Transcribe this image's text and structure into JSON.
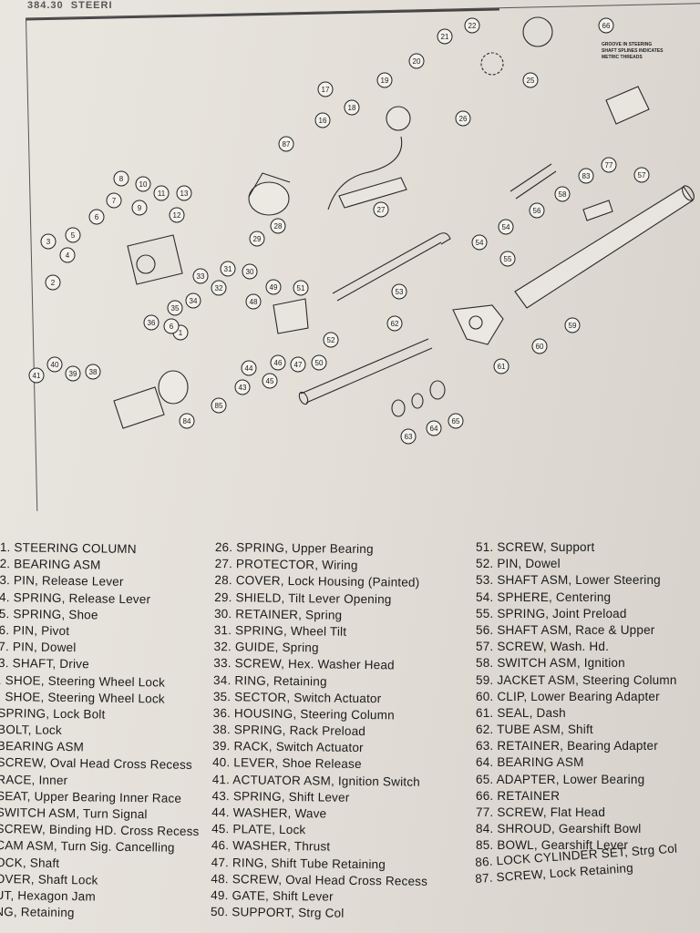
{
  "header": {
    "page_number": "384.30",
    "title_fragment": "STEERI"
  },
  "diagram": {
    "note_lines": [
      "GROOVE IN STEERING",
      "SHAFT SPLINES INDICATES",
      "METRIC THREADS"
    ],
    "callouts": [
      "1",
      "2",
      "3",
      "4",
      "5",
      "6",
      "6",
      "7",
      "8",
      "9",
      "10",
      "11",
      "12",
      "13",
      "16",
      "17",
      "18",
      "19",
      "20",
      "21",
      "22",
      "25",
      "26",
      "27",
      "28",
      "29",
      "30",
      "31",
      "32",
      "33",
      "34",
      "35",
      "36",
      "38",
      "39",
      "40",
      "41",
      "43",
      "44",
      "45",
      "46",
      "47",
      "48",
      "49",
      "50",
      "51",
      "52",
      "53",
      "54",
      "54",
      "55",
      "56",
      "57",
      "58",
      "59",
      "60",
      "61",
      "62",
      "63",
      "64",
      "65",
      "66",
      "77",
      "83",
      "84",
      "85",
      "87"
    ]
  },
  "legend": {
    "column1": [
      "1. STEERING COLUMN",
      "2. BEARING ASM",
      "3. PIN, Release Lever",
      "4. SPRING, Release Lever",
      "5. SPRING, Shoe",
      "6. PIN, Pivot",
      "7. PIN, Dowel",
      "3. SHAFT, Drive",
      ". SHOE, Steering Wheel Lock",
      ". SHOE, Steering Wheel Lock",
      "SPRING, Lock Bolt",
      "BOLT, Lock",
      "BEARING ASM",
      "SCREW, Oval Head Cross Recess",
      "RACE, Inner",
      "SEAT, Upper Bearing Inner Race",
      "SWITCH ASM, Turn Signal",
      "SCREW, Binding HD. Cross Recess",
      "CAM ASM, Turn Sig. Cancelling",
      "OCK, Shaft",
      "OVER, Shaft Lock",
      "UT, Hexagon Jam",
      "NG, Retaining"
    ],
    "column2": [
      "26. SPRING, Upper Bearing",
      "27. PROTECTOR, Wiring",
      "28. COVER, Lock Housing (Painted)",
      "29. SHIELD, Tilt Lever Opening",
      "30. RETAINER, Spring",
      "31. SPRING, Wheel Tilt",
      "32. GUIDE, Spring",
      "33. SCREW, Hex. Washer Head",
      "34. RING, Retaining",
      "35. SECTOR, Switch Actuator",
      "36. HOUSING, Steering Column",
      "38. SPRING, Rack Preload",
      "39. RACK, Switch Actuator",
      "40. LEVER, Shoe Release",
      "41. ACTUATOR ASM, Ignition Switch",
      "43. SPRING, Shift Lever",
      "44. WASHER, Wave",
      "45. PLATE, Lock",
      "46. WASHER, Thrust",
      "47. RING, Shift Tube Retaining",
      "48. SCREW, Oval Head Cross Recess",
      "49. GATE, Shift Lever",
      "50. SUPPORT, Strg Col"
    ],
    "column3": [
      "51. SCREW, Support",
      "52. PIN, Dowel",
      "53. SHAFT ASM, Lower Steering",
      "54. SPHERE, Centering",
      "55. SPRING, Joint Preload",
      "56. SHAFT ASM, Race & Upper",
      "57. SCREW, Wash. Hd.",
      "58. SWITCH ASM, Ignition",
      "59. JACKET ASM, Steering Column",
      "60. CLIP, Lower Bearing Adapter",
      "61. SEAL, Dash",
      "62. TUBE ASM, Shift",
      "63. RETAINER, Bearing Adapter",
      "64. BEARING ASM",
      "65. ADAPTER, Lower Bearing",
      "66. RETAINER",
      "77. SCREW, Flat Head",
      "84. SHROUD, Gearshift Bowl",
      "85. BOWL, Gearshift Lever",
      "86. LOCK CYLINDER SET, Strg Col",
      "87. SCREW, Lock Retaining"
    ]
  }
}
